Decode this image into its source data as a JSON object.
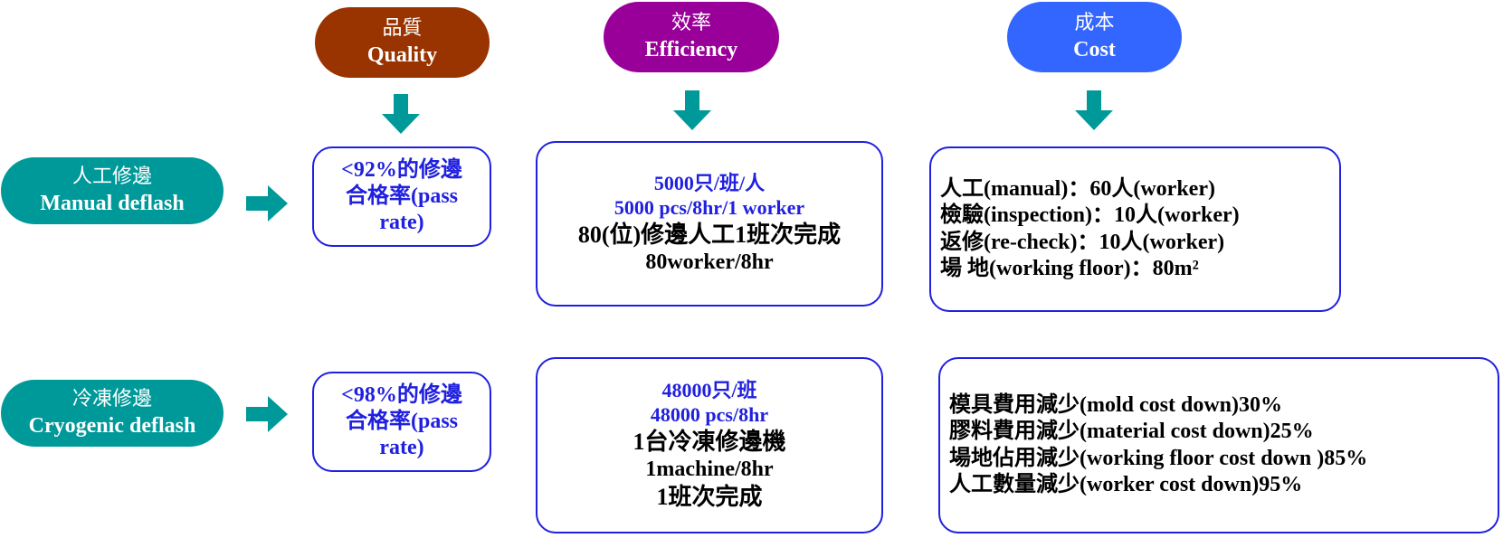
{
  "headers": {
    "quality": {
      "zh": "品質",
      "en": "Quality",
      "color": "#993300"
    },
    "efficiency": {
      "zh": "效率",
      "en": "Efficiency",
      "color": "#990099"
    },
    "cost": {
      "zh": "成本",
      "en": "Cost",
      "color": "#3366ff"
    }
  },
  "rows": {
    "manual": {
      "label_zh": "人工修邊",
      "label_en": "Manual deflash",
      "quality": [
        "<92%的修邊",
        "合格率(pass",
        "rate)"
      ],
      "efficiency": [
        "5000只/班/人",
        "5000 pcs/8hr/1 worker",
        "80(位)修邊人工1班次完成",
        "80worker/8hr"
      ],
      "cost": [
        "人工(manual)：60人(worker)",
        "檢驗(inspection)：10人(worker)",
        "返修(re-check)：10人(worker)",
        "場 地(working floor)：80m²"
      ]
    },
    "cryogenic": {
      "label_zh": "冷凍修邊",
      "label_en": "Cryogenic deflash",
      "quality": [
        "<98%的修邊",
        "合格率(pass",
        "rate)"
      ],
      "efficiency": [
        "48000只/班",
        "48000 pcs/8hr",
        "1台冷凍修邊機",
        "1machine/8hr",
        "1班次完成"
      ],
      "cost": [
        "模具費用減少(mold cost down)30%",
        "膠料費用減少(material cost down)25%",
        "場地佔用減少(working floor cost down )85%",
        "人工數量減少(worker cost down)95%"
      ]
    }
  },
  "colors": {
    "row_label": "#009999",
    "arrow": "#009999",
    "box_border": "#2020e0",
    "blue_text": "#2020e0"
  }
}
